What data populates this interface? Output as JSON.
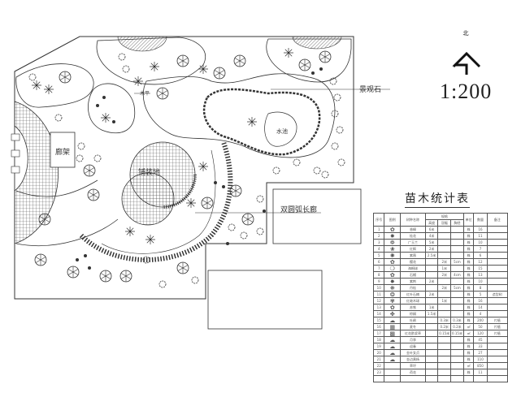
{
  "drawing": {
    "north_label": "北",
    "scale": "1:200",
    "labels": {
      "landscape_stone": "景观石",
      "pergola": "廊架",
      "hard_plaza": "铺装地",
      "pond": "水池",
      "arc_corridor": "双圆弧长廊",
      "tree_tag": "木平"
    }
  },
  "seedling_table": {
    "title": "苗木统计表",
    "headers": {
      "no": "序号",
      "legend": "图例",
      "name": "树种名称",
      "spec": "规格",
      "height": "高度",
      "crown": "冠幅",
      "dbh": "胸径",
      "unit": "单位",
      "qty": "数量",
      "note": "备注"
    },
    "rows": [
      {
        "no": "1",
        "icon": "✿",
        "name": "香樟",
        "h": "6米",
        "c": "",
        "d": "",
        "unit": "株",
        "qty": "16",
        "note": ""
      },
      {
        "no": "2",
        "icon": "✸",
        "name": "桂花",
        "h": "4米",
        "c": "",
        "d": "",
        "unit": "株",
        "qty": "11",
        "note": ""
      },
      {
        "no": "3",
        "icon": "❁",
        "name": "广玉兰",
        "h": "5米",
        "c": "",
        "d": "",
        "unit": "株",
        "qty": "10",
        "note": ""
      },
      {
        "no": "4",
        "icon": "❀",
        "name": "红枫",
        "h": "2米",
        "c": "",
        "d": "",
        "unit": "株",
        "qty": "7",
        "note": ""
      },
      {
        "no": "5",
        "icon": "✺",
        "name": "紫薇",
        "h": "2.5米",
        "c": "",
        "d": "",
        "unit": "株",
        "qty": "6",
        "note": ""
      },
      {
        "no": "6",
        "icon": "✿",
        "name": "樱花",
        "h": "",
        "c": "2米",
        "d": "5cm",
        "unit": "株",
        "qty": "12",
        "note": ""
      },
      {
        "no": "7",
        "icon": "❍",
        "name": "海桐球",
        "h": "",
        "c": "1米",
        "d": "",
        "unit": "株",
        "qty": "15",
        "note": ""
      },
      {
        "no": "8",
        "icon": "✿",
        "name": "石榴",
        "h": "",
        "c": "2米",
        "d": "4cm",
        "unit": "株",
        "qty": "13",
        "note": ""
      },
      {
        "no": "9",
        "icon": "✸",
        "name": "紫荆",
        "h": "2米",
        "c": "",
        "d": "",
        "unit": "株",
        "qty": "10",
        "note": ""
      },
      {
        "no": "10",
        "icon": "❋",
        "name": "丹桂",
        "h": "",
        "c": "2米",
        "d": "5cm",
        "unit": "株",
        "qty": "8",
        "note": ""
      },
      {
        "no": "11",
        "icon": "❂",
        "name": "红叶石楠",
        "h": "2米",
        "c": "",
        "d": "",
        "unit": "株",
        "qty": "5",
        "note": "造型树"
      },
      {
        "no": "12",
        "icon": "✾",
        "name": "红继木球",
        "h": "",
        "c": "1米",
        "d": "",
        "unit": "株",
        "qty": "16",
        "note": ""
      },
      {
        "no": "13",
        "icon": "✿",
        "name": "苏铁",
        "h": "1米",
        "c": "",
        "d": "",
        "unit": "株",
        "qty": "14",
        "note": ""
      },
      {
        "no": "14",
        "icon": "✤",
        "name": "棕榈",
        "h": "1.5米",
        "c": "",
        "d": "",
        "unit": "株",
        "qty": "4",
        "note": ""
      },
      {
        "no": "15",
        "icon": "☁",
        "name": "杜鹃",
        "h": "",
        "c": "0.3米",
        "d": "0.3米",
        "unit": "株",
        "qty": "200",
        "note": "片植"
      },
      {
        "no": "16",
        "icon": "▦",
        "name": "麦冬",
        "h": "",
        "c": "0.2米",
        "d": "0.2米",
        "unit": "㎡",
        "qty": "50",
        "note": "片植"
      },
      {
        "no": "17",
        "icon": "▩",
        "name": "红花酢浆草",
        "h": "",
        "c": "0.15米",
        "d": "0.15米",
        "unit": "㎡",
        "qty": "120",
        "note": "片植"
      },
      {
        "no": "18",
        "icon": "☁",
        "name": "月季",
        "h": "",
        "c": "",
        "d": "",
        "unit": "株",
        "qty": "45",
        "note": ""
      },
      {
        "no": "19",
        "icon": "☁",
        "name": "迎春",
        "h": "",
        "c": "",
        "d": "",
        "unit": "株",
        "qty": "33",
        "note": ""
      },
      {
        "no": "20",
        "icon": "☁",
        "name": "金叶女贞",
        "h": "",
        "c": "",
        "d": "",
        "unit": "株",
        "qty": "27",
        "note": ""
      },
      {
        "no": "21",
        "icon": "☁",
        "name": "金边黄杨",
        "h": "",
        "c": "",
        "d": "",
        "unit": "株",
        "qty": "110",
        "note": ""
      },
      {
        "no": "22",
        "icon": "",
        "name": "草坪",
        "h": "",
        "c": "",
        "d": "",
        "unit": "㎡",
        "qty": "850",
        "note": ""
      },
      {
        "no": "23",
        "icon": "",
        "name": "荷花",
        "h": "",
        "c": "",
        "d": "",
        "unit": "株",
        "qty": "11",
        "note": ""
      },
      {
        "no": "",
        "icon": "",
        "name": "",
        "h": "",
        "c": "",
        "d": "",
        "unit": "",
        "qty": "",
        "note": ""
      }
    ]
  },
  "colors": {
    "line": "#333333",
    "hatch": "#555555",
    "background": "#ffffff"
  }
}
